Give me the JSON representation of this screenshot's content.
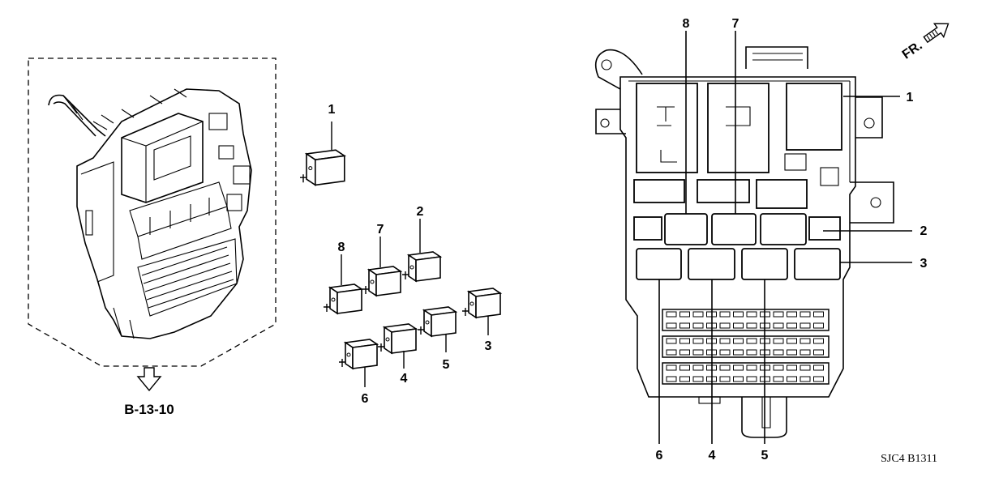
{
  "relays_left": {
    "labels": [
      "1",
      "2",
      "3",
      "4",
      "5",
      "6",
      "7",
      "8"
    ]
  },
  "fuse_box": {
    "labels": [
      "8",
      "7",
      "1",
      "2",
      "3",
      "6",
      "4",
      "5"
    ]
  },
  "reference": "B-13-10",
  "direction_arrow": "FR.",
  "diagram_code": "SJC4 B1311"
}
